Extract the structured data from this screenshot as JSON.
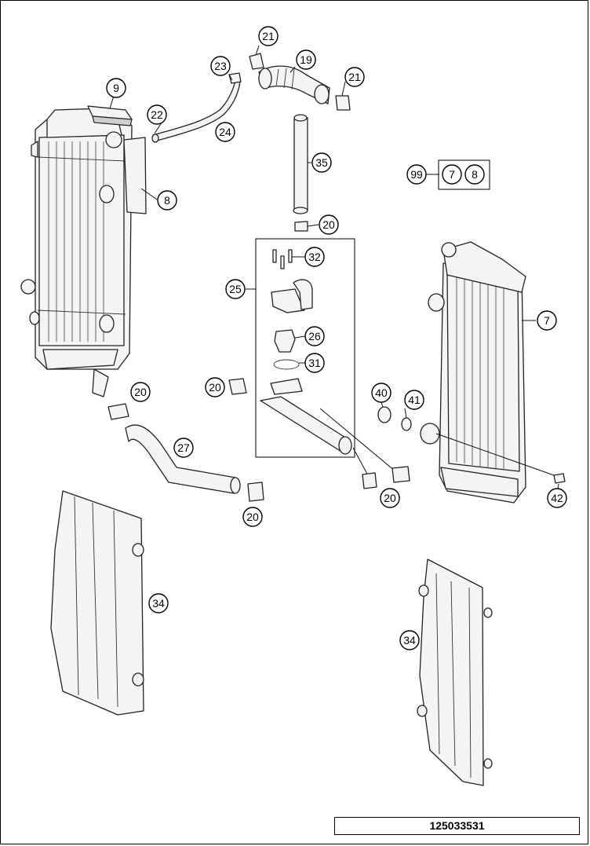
{
  "callouts": {
    "c7a": "7",
    "c7b": "7",
    "c8a": "8",
    "c8b": "8",
    "c9": "9",
    "c19": "19",
    "c20a": "20",
    "c20b": "20",
    "c20c": "20",
    "c20d": "20",
    "c20e": "20",
    "c21a": "21",
    "c21b": "21",
    "c22": "22",
    "c23": "23",
    "c24": "24",
    "c25": "25",
    "c26": "26",
    "c27": "27",
    "c31": "31",
    "c32": "32",
    "c34a": "34",
    "c34b": "34",
    "c35": "35",
    "c40": "40",
    "c41": "41",
    "c42": "42",
    "c99": "99"
  },
  "doc_number": "125033531"
}
